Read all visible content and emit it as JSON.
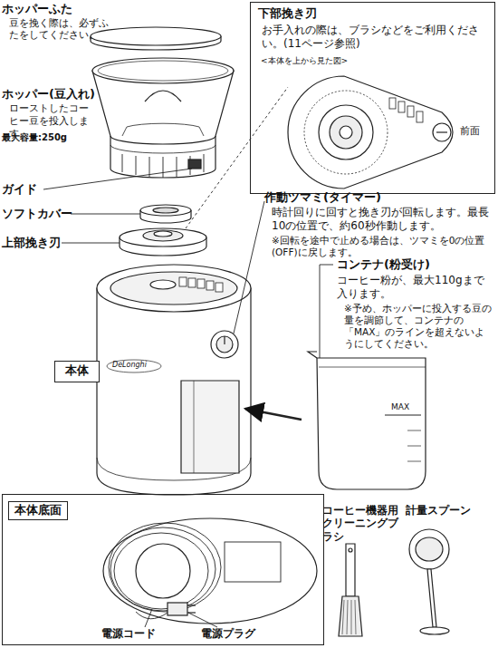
{
  "diagram": {
    "nodes": [
      {
        "text": [
          "下部挽き刃",
          "お手入れの際は、ブラシなどをご利用ください。(11ページ参照)"
        ]
      },
      {
        "text": [
          "本体"
        ]
      },
      {
        "text": [
          "本体底面"
        ]
      }
    ],
    "labels": [
      "ホッパーふた",
      "豆を挽く際は、必ずふたをしてください。",
      "ホッパー(豆入れ)",
      "ローストしたコーヒー豆を投入します。",
      "最大容量:250g",
      "ガイド",
      "ソフトカバー",
      "上部挽き刃",
      "<本体を上から見た図>",
      "前面",
      "作動ツマミ(タイマー)",
      "時計回りに回すと挽き刃が回転します。最長10の位置で、約60秒作動します。",
      "※回転を途中で止める場合は、ツマミを0の位置(OFF)に戻します。",
      "コンテナ(粉受け)",
      "コーヒー粉が、最大110gまで入ります。",
      "※予め、ホッパーに投入する豆の量を調節して、コンテナの「MAX」のラインを超えないようにしてください。",
      "MAX",
      "DeLonghi",
      "コーヒー機器用クリーニングブラシ",
      "計量スプーン",
      "電源コード",
      "電源プラグ"
    ]
  }
}
